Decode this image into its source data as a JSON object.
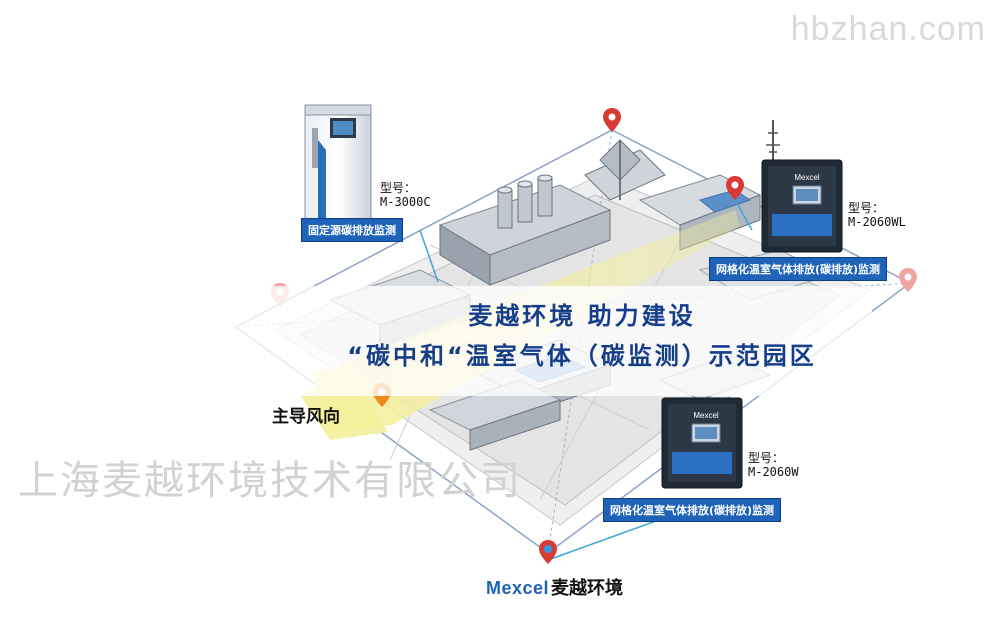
{
  "watermark_top": "hbzhan.com",
  "watermark_company": "上海麦越环境技术有限公司",
  "banner": {
    "line1": "麦越环境 助力建设",
    "line2": "“碳中和“温室气体（碳监测）示范园区"
  },
  "wind_label": "主导风向",
  "brand": {
    "latin": "Mexcel",
    "chinese": "麦越环境"
  },
  "devices": [
    {
      "model_label": "型号：",
      "model": "M-3000C",
      "caption": "固定源碳排放监测"
    },
    {
      "model_label": "型号：",
      "model": "M-2060WL",
      "caption": "网格化温室气体排放(碳排放)监测",
      "screen_brand": "Mexcel"
    },
    {
      "model_label": "型号：",
      "model": "M-2060W",
      "caption": "网格化温室气体排放(碳排放)监测",
      "screen_brand": "Mexcel"
    }
  ],
  "colors": {
    "banner_text": "#153d8a",
    "caption_bg": "#1e63b8",
    "pin_red": "#d93a36",
    "pin_pink": "#f2a3a1",
    "pin_orange": "#f08a1c",
    "wind_yellow": "#f4ef9a"
  },
  "icons": [
    "map-pin-icon",
    "wind-arrow"
  ]
}
